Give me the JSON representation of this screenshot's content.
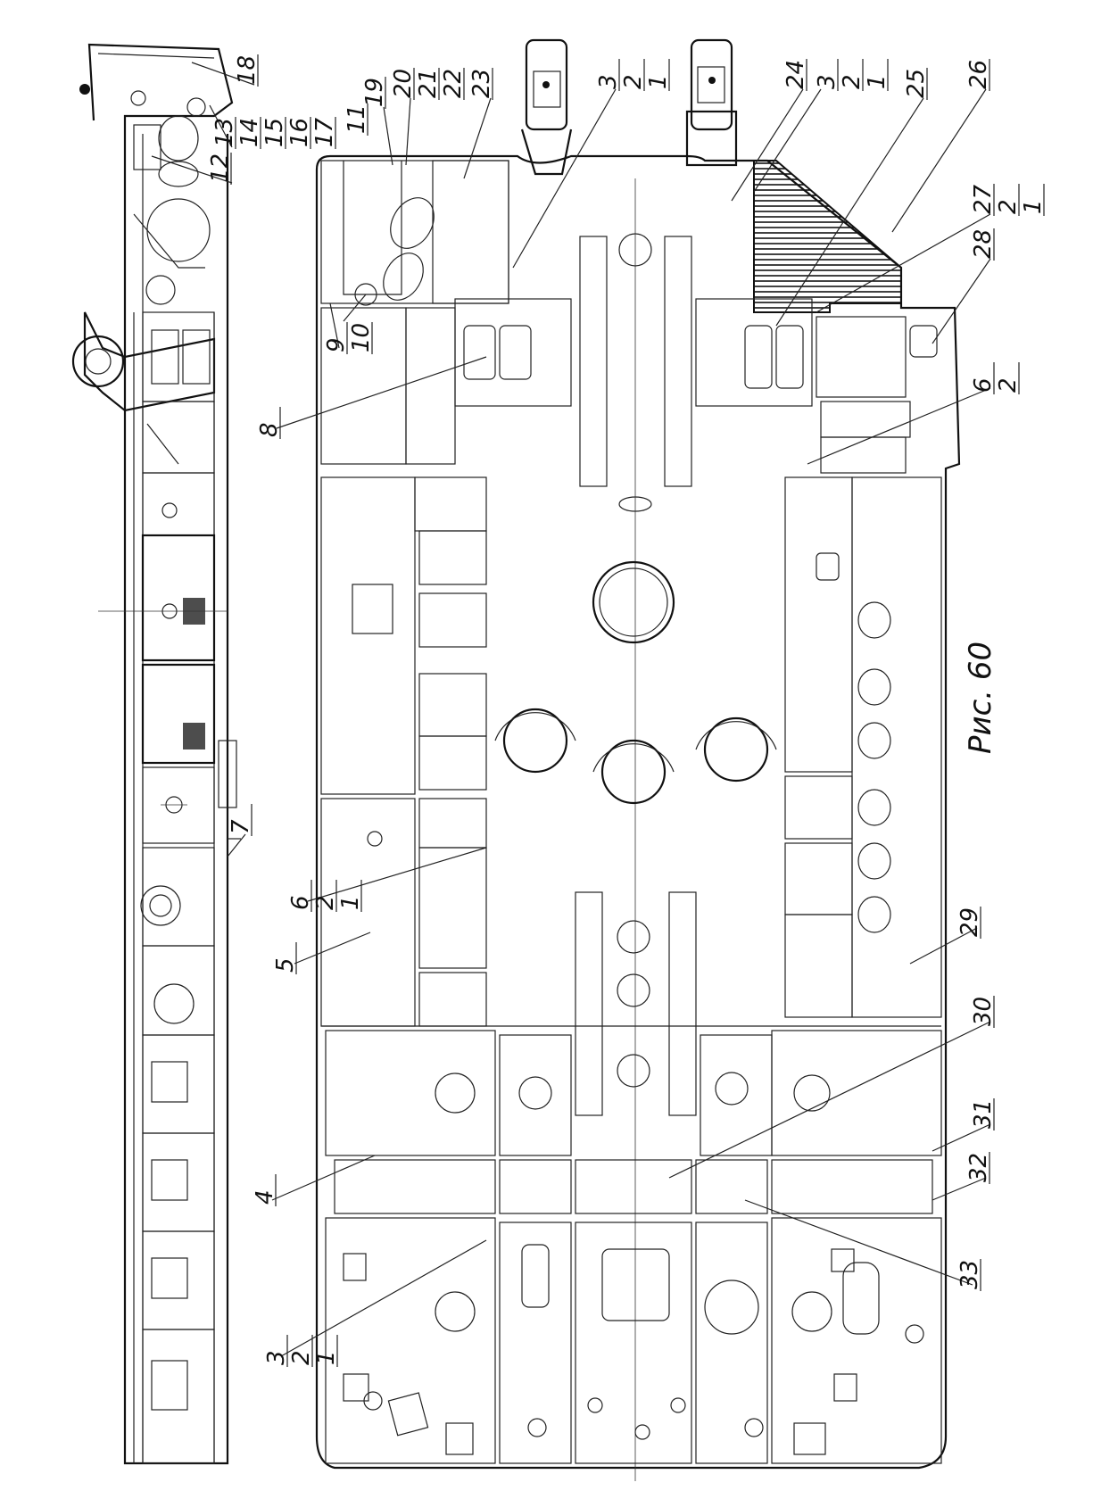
{
  "figure": {
    "caption": "Рис. 60",
    "callouts": [
      {
        "id": "c1",
        "lines": [
          "18"
        ]
      },
      {
        "id": "c2",
        "lines": [
          "13",
          "14",
          "15",
          "16",
          "17"
        ]
      },
      {
        "id": "c3",
        "lines": [
          "12"
        ]
      },
      {
        "id": "c4",
        "lines": [
          "19"
        ]
      },
      {
        "id": "c5",
        "lines": [
          "20",
          "21",
          "22"
        ]
      },
      {
        "id": "c6",
        "lines": [
          "23"
        ]
      },
      {
        "id": "c7",
        "lines": [
          "3",
          "2",
          "1"
        ]
      },
      {
        "id": "c8",
        "lines": [
          "24"
        ]
      },
      {
        "id": "c9",
        "lines": [
          "3",
          "2",
          "1"
        ]
      },
      {
        "id": "c10",
        "lines": [
          "25"
        ]
      },
      {
        "id": "c11",
        "lines": [
          "26"
        ]
      },
      {
        "id": "c12",
        "lines": [
          "27",
          "2",
          "1"
        ]
      },
      {
        "id": "c13",
        "lines": [
          "28"
        ]
      },
      {
        "id": "c14",
        "lines": [
          "11"
        ]
      },
      {
        "id": "c15",
        "lines": [
          "9",
          "10"
        ]
      },
      {
        "id": "c16",
        "lines": [
          "8"
        ]
      },
      {
        "id": "c17",
        "lines": [
          "6",
          "2"
        ]
      },
      {
        "id": "c18",
        "lines": [
          "7"
        ]
      },
      {
        "id": "c19",
        "lines": [
          "6",
          "2",
          "1"
        ]
      },
      {
        "id": "c20",
        "lines": [
          "5"
        ]
      },
      {
        "id": "c21",
        "lines": [
          "29"
        ]
      },
      {
        "id": "c22",
        "lines": [
          "30"
        ]
      },
      {
        "id": "c23",
        "lines": [
          "31"
        ]
      },
      {
        "id": "c24",
        "lines": [
          "32"
        ]
      },
      {
        "id": "c25",
        "lines": [
          "4"
        ]
      },
      {
        "id": "c26",
        "lines": [
          "33"
        ]
      },
      {
        "id": "c27",
        "lines": [
          "3",
          "2",
          "1"
        ]
      }
    ]
  }
}
